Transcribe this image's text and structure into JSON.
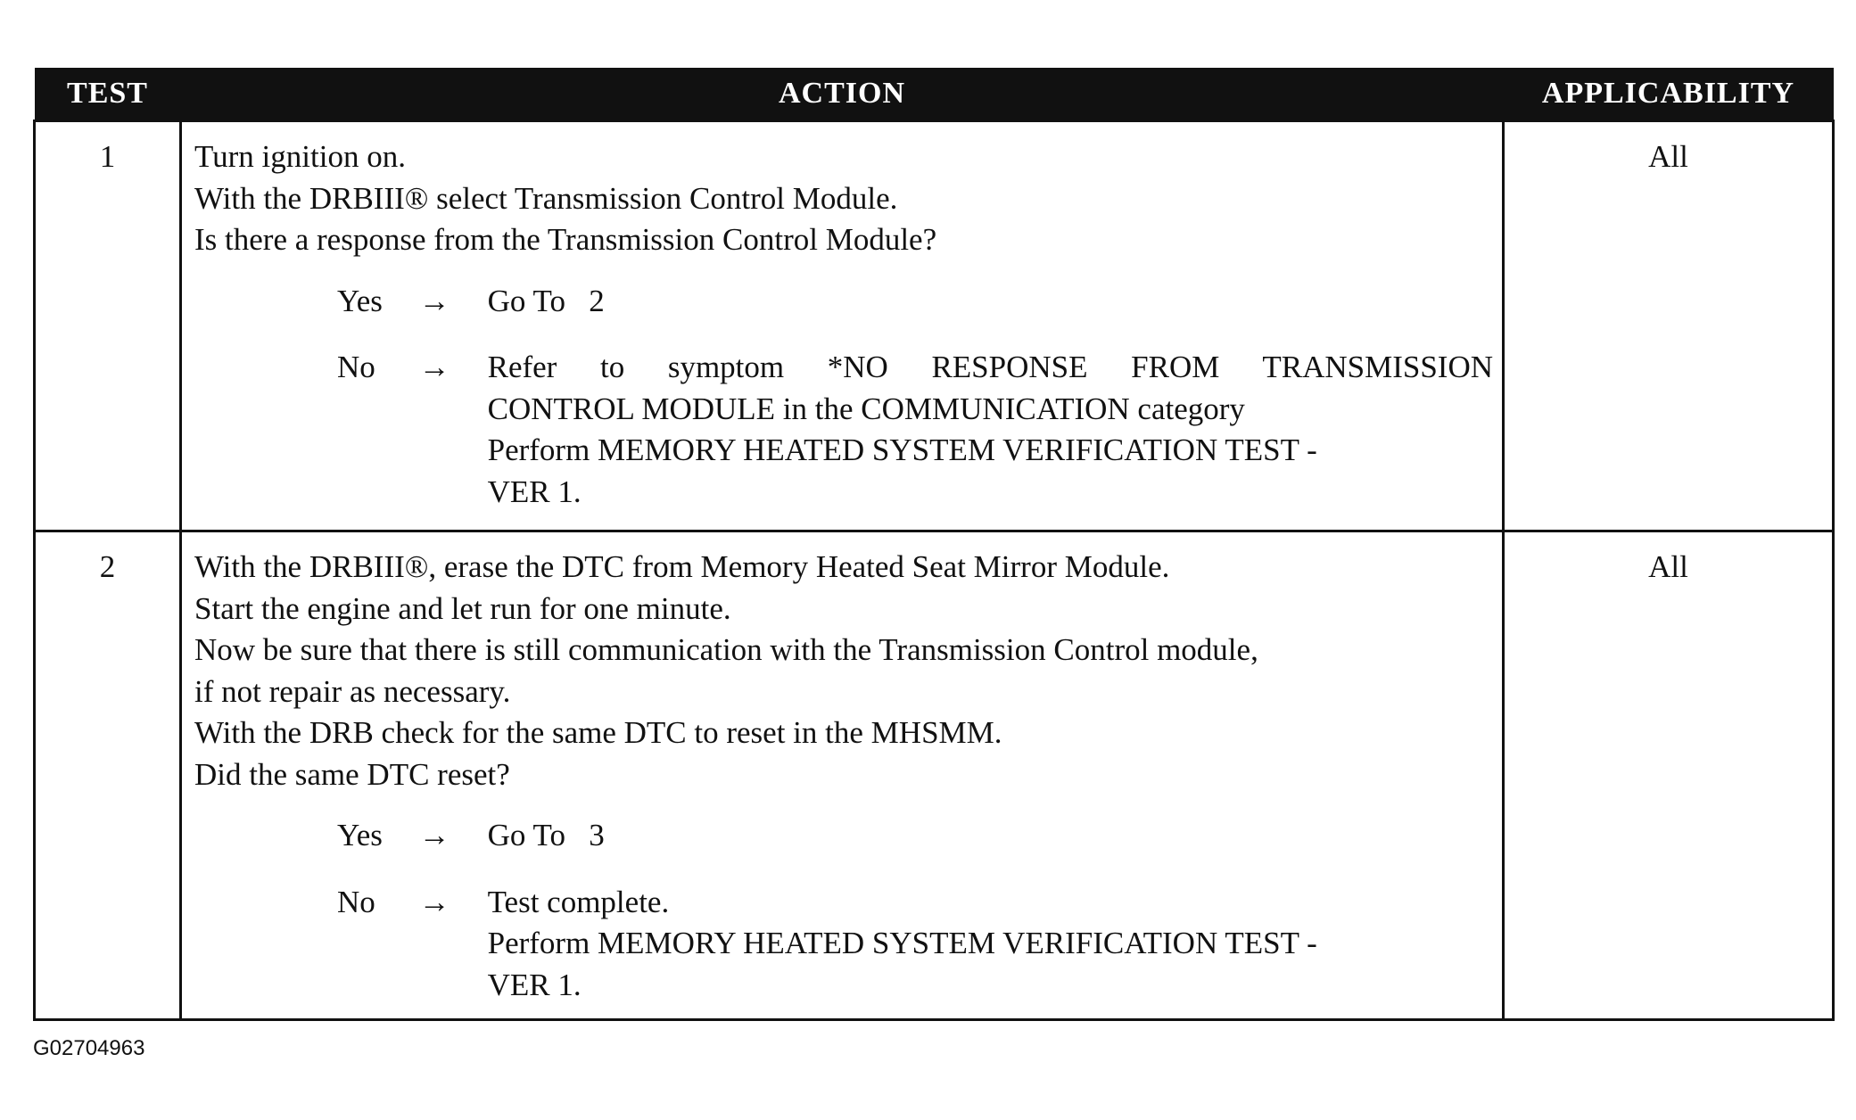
{
  "table": {
    "headers": {
      "test": "TEST",
      "action": "ACTION",
      "applicability": "APPLICABILITY"
    },
    "rows": [
      {
        "test": "1",
        "action_lines": [
          "Turn ignition on.",
          "With the DRBIII® select Transmission Control Module.",
          "Is there a response from the Transmission Control Module?"
        ],
        "answers": [
          {
            "key": "Yes",
            "arrow": "→",
            "lines": [
              "Go To   2"
            ]
          },
          {
            "key": "No",
            "arrow": "→",
            "lines": [
              "Refer to symptom *NO RESPONSE FROM TRANSMISSION",
              "CONTROL MODULE in the COMMUNICATION category",
              "Perform MEMORY HEATED SYSTEM VERIFICATION TEST -",
              "VER 1."
            ]
          }
        ],
        "applicability": "All"
      },
      {
        "test": "2",
        "action_lines": [
          "With the DRBIII®, erase the DTC from Memory Heated Seat Mirror Module.",
          "Start the engine and let run for one minute.",
          "Now be sure that there is still communication with the Transmission Control module,",
          "if not repair as necessary.",
          "With the DRB check for the same DTC to reset in the MHSMM.",
          "Did the same DTC reset?"
        ],
        "answers": [
          {
            "key": "Yes",
            "arrow": "→",
            "lines": [
              "Go To   3"
            ]
          },
          {
            "key": "No",
            "arrow": "→",
            "lines": [
              "Test complete.",
              "Perform MEMORY HEATED SYSTEM VERIFICATION TEST -",
              "VER 1."
            ]
          }
        ],
        "applicability": "All"
      }
    ]
  },
  "footer": {
    "graphic_id": "G02704963"
  }
}
